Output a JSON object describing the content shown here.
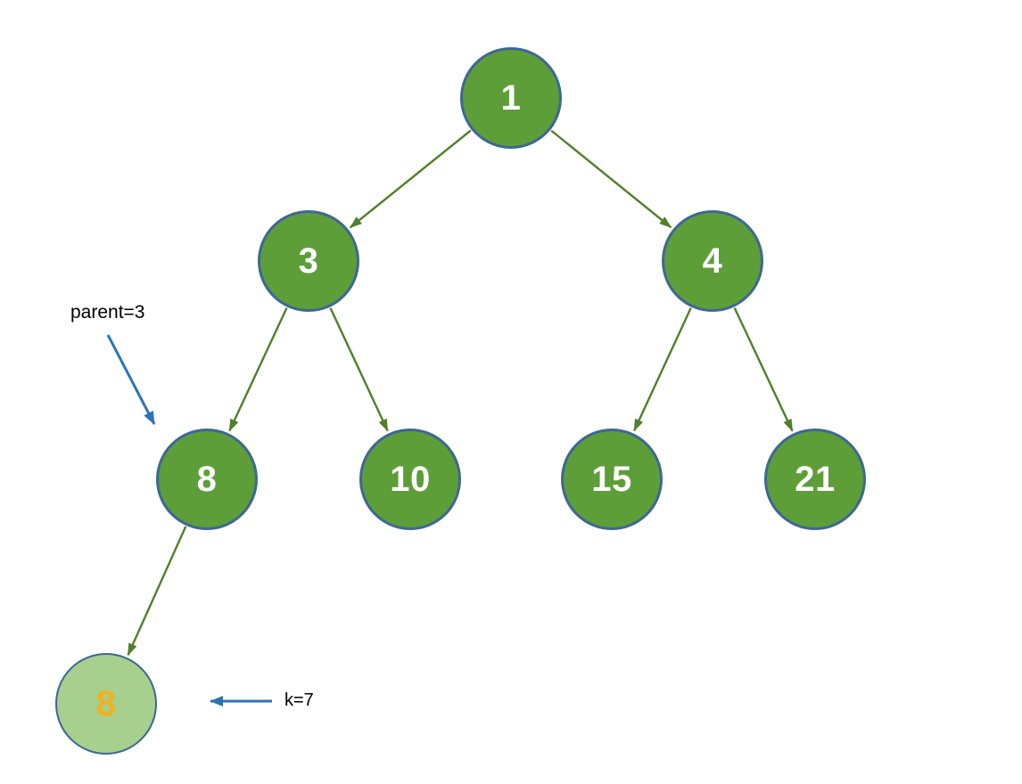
{
  "diagram": {
    "type": "binary-tree",
    "nodes": [
      {
        "id": "n1",
        "label": "1",
        "variant": "default"
      },
      {
        "id": "n3",
        "label": "3",
        "variant": "default"
      },
      {
        "id": "n4",
        "label": "4",
        "variant": "default"
      },
      {
        "id": "n8",
        "label": "8",
        "variant": "default"
      },
      {
        "id": "n10",
        "label": "10",
        "variant": "default"
      },
      {
        "id": "n15",
        "label": "15",
        "variant": "default"
      },
      {
        "id": "n21",
        "label": "21",
        "variant": "default"
      },
      {
        "id": "n8new",
        "label": "8",
        "variant": "highlight"
      }
    ],
    "edges": [
      [
        "n1",
        "n3"
      ],
      [
        "n1",
        "n4"
      ],
      [
        "n3",
        "n8"
      ],
      [
        "n3",
        "n10"
      ],
      [
        "n4",
        "n15"
      ],
      [
        "n4",
        "n21"
      ],
      [
        "n8",
        "n8new"
      ]
    ]
  },
  "annotations": {
    "parent_label": "parent=3",
    "k_label": "k=7"
  },
  "colors": {
    "background": "#FFFFFF",
    "node_fill": "#5E9E38",
    "node_border": "#3E6795",
    "node_text": "#FFFFFF",
    "highlight_fill": "#A7CF8E",
    "highlight_text": "#F2B11E",
    "tree_arrow": "#527F2B",
    "annotation_arrow": "#2E74B5",
    "annotation_text": "#000000"
  }
}
